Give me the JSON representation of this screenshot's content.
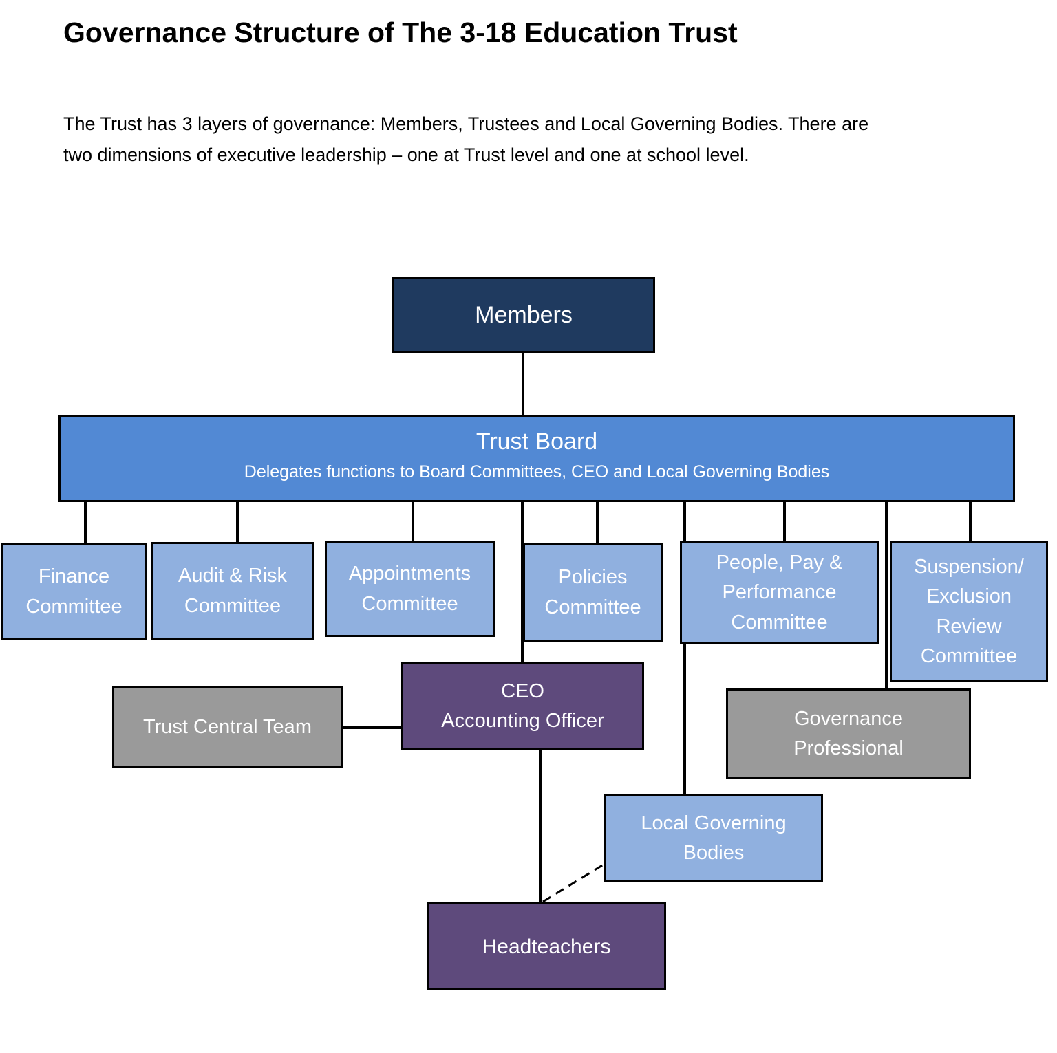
{
  "title": "Governance Structure of The 3-18 Education Trust",
  "intro": "The Trust has 3 layers of governance: Members, Trustees and Local Governing Bodies. There are\ntwo dimensions of executive leadership – one at Trust level and one at school level.",
  "colors": {
    "navy": "#1f3a5f",
    "board_blue": "#5289d4",
    "committee_blue": "#90b0df",
    "purple": "#5e4a7c",
    "gray": "#9a9a9a",
    "line": "#000000"
  },
  "nodes": {
    "members": {
      "label": "Members"
    },
    "trust_board": {
      "title": "Trust Board",
      "subtitle": "Delegates functions to Board Committees, CEO and Local Governing Bodies"
    },
    "finance": {
      "label": "Finance\nCommittee"
    },
    "audit": {
      "label": "Audit & Risk\nCommittee"
    },
    "appointments": {
      "label": "Appointments\nCommittee"
    },
    "policies": {
      "label": "Policies\nCommittee"
    },
    "people_pay": {
      "label": "People, Pay &\nPerformance\nCommittee"
    },
    "suspension": {
      "label": "Suspension/\nExclusion\nReview\nCommittee"
    },
    "ceo": {
      "label": "CEO\nAccounting Officer"
    },
    "trust_central": {
      "label": "Trust Central Team"
    },
    "gov_prof": {
      "label": "Governance\nProfessional"
    },
    "lgb": {
      "label": "Local Governing\nBodies"
    },
    "headteachers": {
      "label": "Headteachers"
    }
  }
}
